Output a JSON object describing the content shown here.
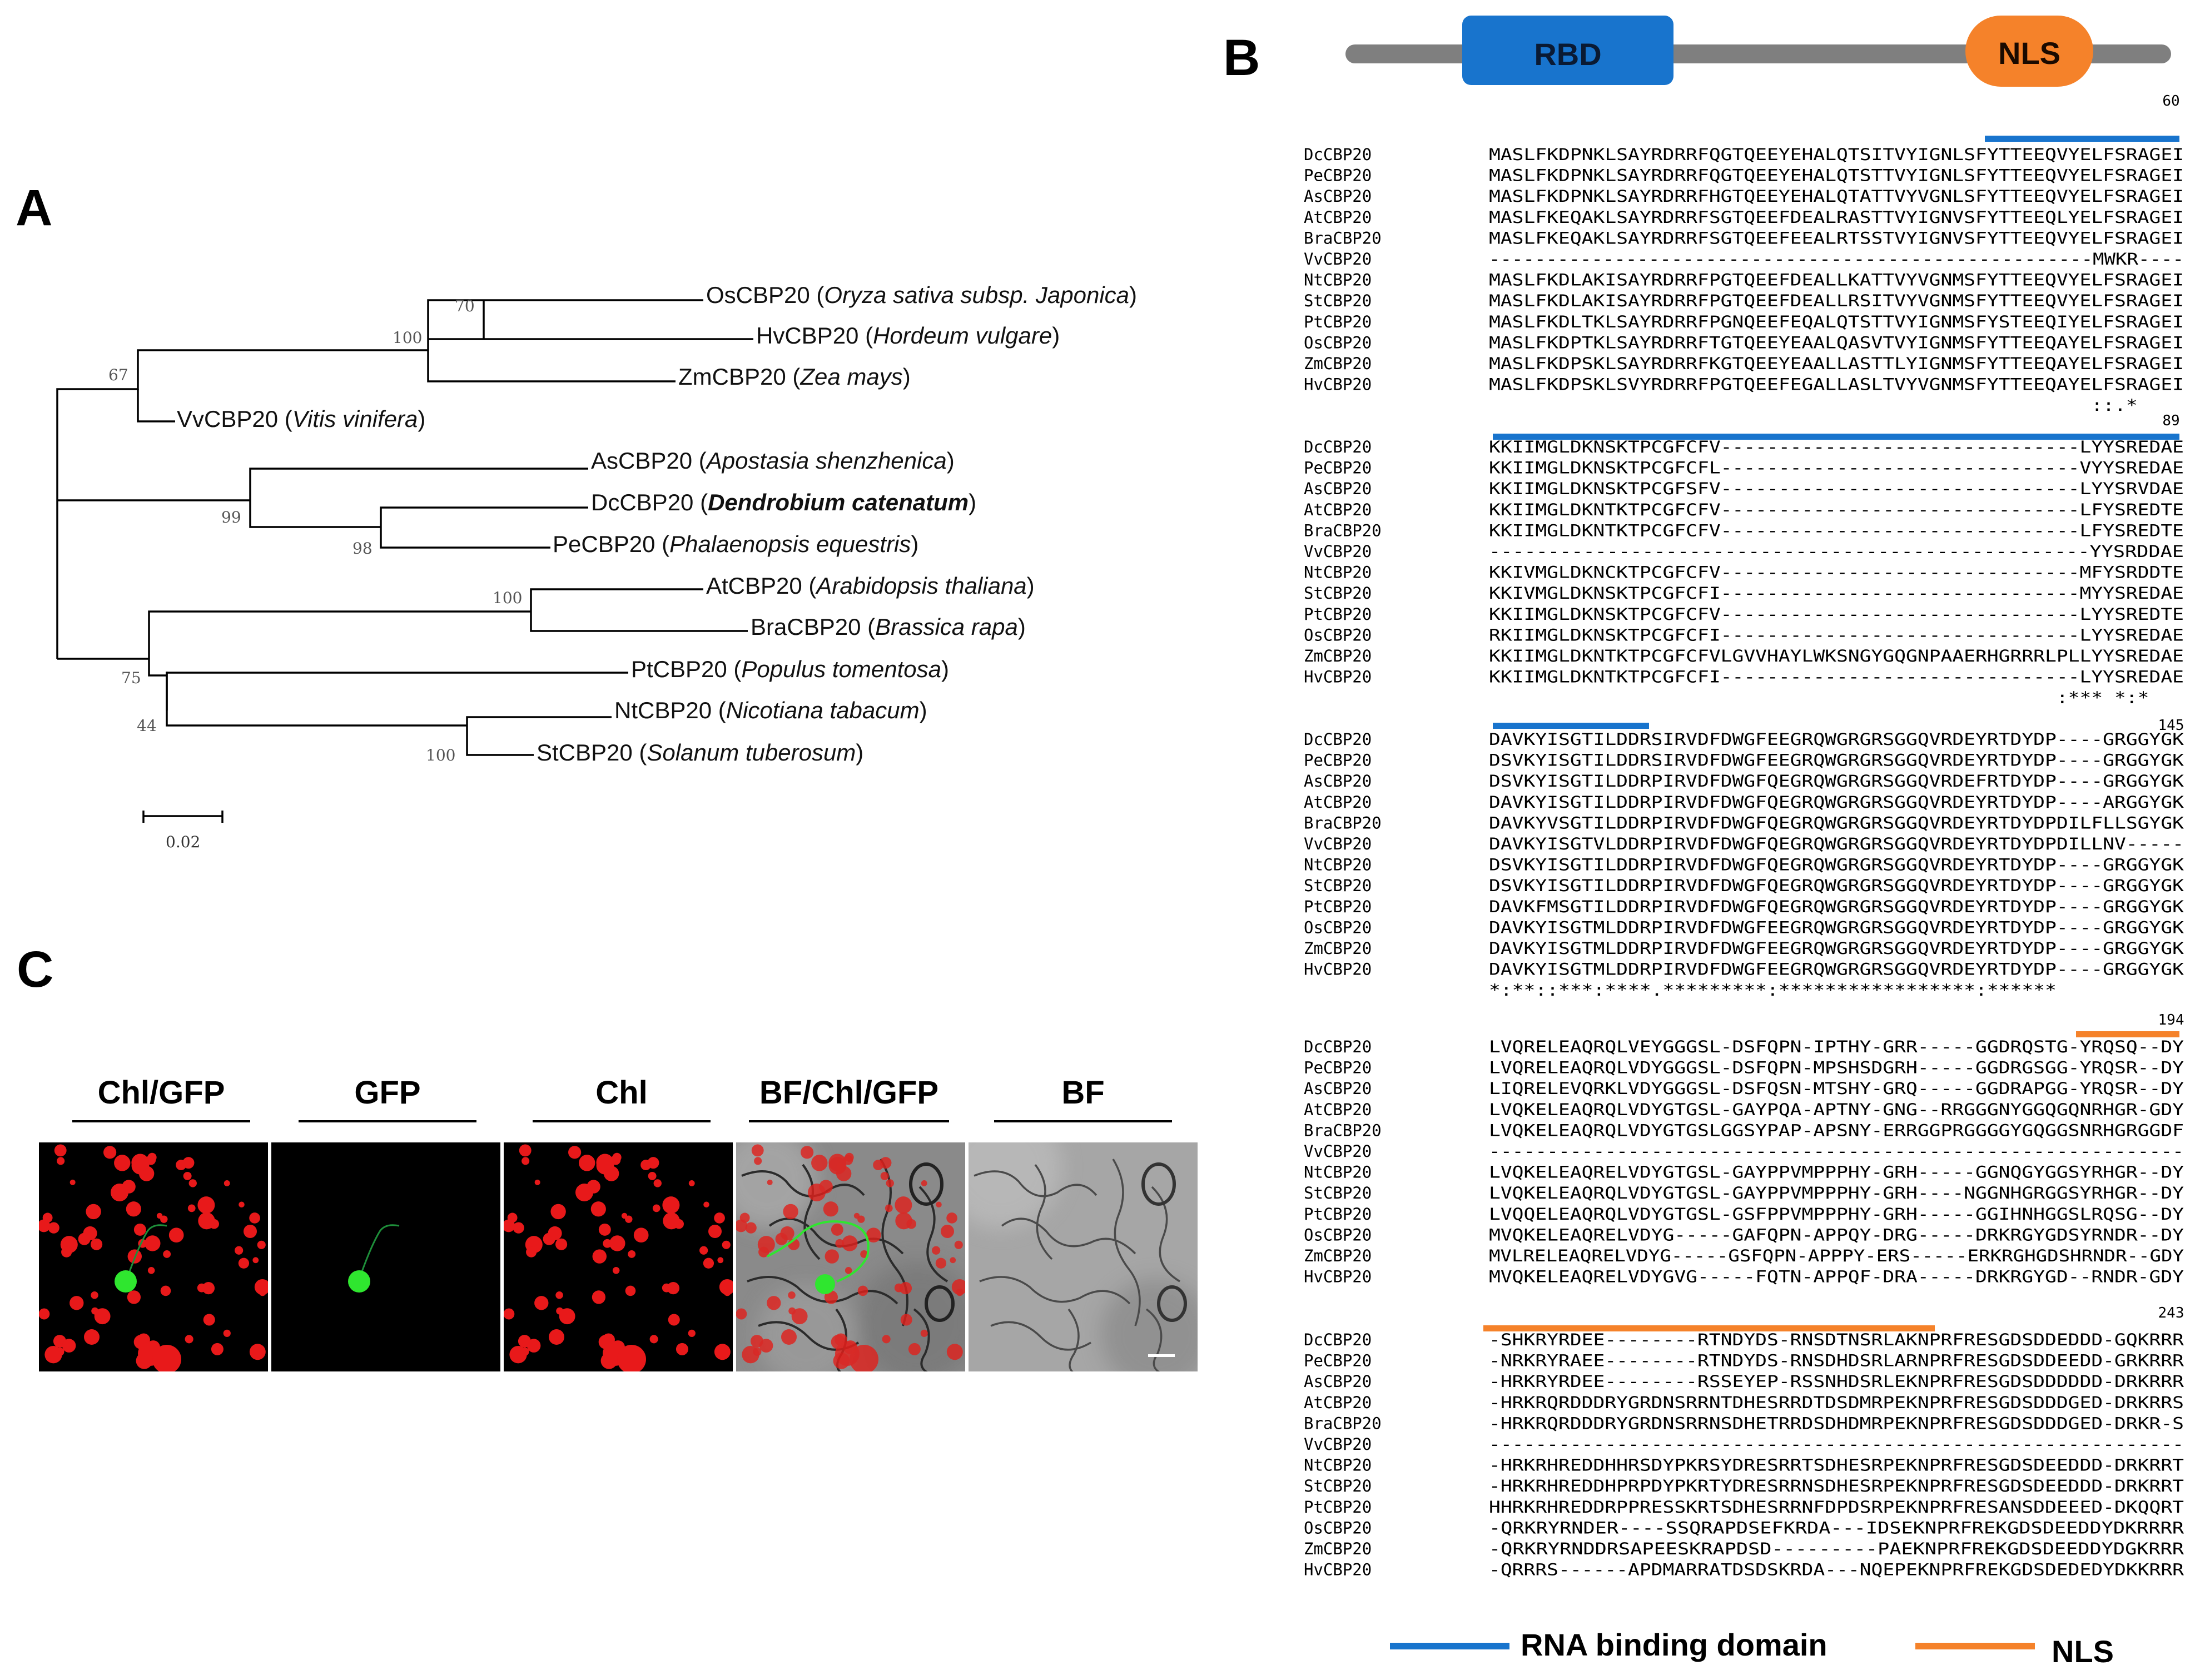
{
  "panels": {
    "A": "A",
    "B": "B",
    "C": "C"
  },
  "tree": {
    "scale_label": "0.02",
    "taxa": [
      {
        "id": "OsCBP20",
        "species": "Oryza sativa subsp. Japonica",
        "bold": false
      },
      {
        "id": "HvCBP20",
        "species": "Hordeum vulgare",
        "bold": false
      },
      {
        "id": "ZmCBP20",
        "species": "Zea mays",
        "bold": false
      },
      {
        "id": "VvCBP20",
        "species": "Vitis vinifera",
        "bold": false
      },
      {
        "id": "AsCBP20",
        "species": "Apostasia shenzhenica",
        "bold": false
      },
      {
        "id": "DcCBP20",
        "species": "Dendrobium catenatum",
        "bold": true
      },
      {
        "id": "PeCBP20",
        "species": "Phalaenopsis equestris",
        "bold": false
      },
      {
        "id": "AtCBP20",
        "species": "Arabidopsis thaliana",
        "bold": false
      },
      {
        "id": "BraCBP20",
        "species": "Brassica rapa",
        "bold": false
      },
      {
        "id": "PtCBP20",
        "species": "Populus tomentosa",
        "bold": false
      },
      {
        "id": "NtCBP20",
        "species": "Nicotiana tabacum",
        "bold": false
      },
      {
        "id": "StCBP20",
        "species": "Solanum tuberosum",
        "bold": false
      }
    ],
    "bootstrap": [
      "70",
      "100",
      "67",
      "99",
      "98",
      "100",
      "75",
      "44",
      "100"
    ]
  },
  "domain_diagram": {
    "rbd_label": "RBD",
    "nls_label": "NLS"
  },
  "alignment": {
    "names": [
      "DcCBP20",
      "PeCBP20",
      "AsCBP20",
      "AtCBP20",
      "BraCBP20",
      "VvCBP20",
      "NtCBP20",
      "StCBP20",
      "PtCBP20",
      "OsCBP20",
      "ZmCBP20",
      "HvCBP20"
    ],
    "blocks": [
      {
        "end_pos": "60",
        "seqs": [
          "MASLFKDPNKLSAYRDRRFQGTQEEYEHALQTSITVYIGNLSFYTTEEQVYELFSRAGEI",
          "MASLFKDPNKLSAYRDRRFQGTQEEYEHALQTSTTVYIGNLSFYTTEEQVYELFSRAGEI",
          "MASLFKDPNKLSAYRDRRFHGTQEEYEHALQTATTVYVGNLSFYTTEEQVYELFSRAGEI",
          "MASLFKEQAKLSAYRDRRFSGTQEEFDEALRASTTVYIGNVSFYTTEEQLYELFSRAGEI",
          "MASLFKEQAKLSAYRDRRFSGTQEEFEEALRTSSTVYIGNVSFYTTEEQVYELFSRAGEI",
          "-----------------------------------------------------MWKR----",
          "MASLFKDLAKISAYRDRRFPGTQEEFDEALLKATTVYVGNMSFYTTEEQVYELFSRAGEI",
          "MASLFKDLAKISAYRDRRFPGTQEEFDEALLRSITVYVGNMSFYTTEEQVYELFSRAGEI",
          "MASLFKDLTKLSAYRDRRFPGNQEEFEQALQTSTTVYIGNMSFYSTEEQIYELFSRAGEI",
          "MASLFKDPTKLSAYRDRRFTGTQEEYEAALQASVTVYIGNMSFYTTEEQAYELFSRAGEI",
          "MASLFKDPSKLSAYRDRRFKGTQEEYEAALLASTTLYIGNMSFYTTEEQAYELFSRAGEI",
          "MASLFKDPSKLSVYRDRRFPGTQEEFEGALLASLTVYVGNMSFYTTEEQAYELFSRAGEI"
        ],
        "consensus": "                                                    ::.*"
      },
      {
        "end_pos": "89",
        "seqs": [
          "KKIIMGLDKNSKTPCGFCFV-------------------------------LYYSREDAE",
          "KKIIMGLDKNSKTPCGFCFL-------------------------------VYYSREDAE",
          "KKIIMGLDKNSKTPCGFSFV-------------------------------LYYSRVDAE",
          "KKIIMGLDKNTKTPCGFCFV-------------------------------LFYSREDTE",
          "KKIIMGLDKNTKTPCGFCFV-------------------------------LFYSREDTE",
          "---------------------------------------------------YYSRDDAE",
          "KKIVMGLDKNCKTPCGFCFV-------------------------------MFYSRDDTE",
          "KKIVMGLDKNSKTPCGFCFI-------------------------------MYYSREDAE",
          "KKIIMGLDKNSKTPCGFCFV-------------------------------LYYSREDTE",
          "RKIIMGLDKNSKTPCGFCFI-------------------------------LYYSREDAE",
          "KKIIMGLDKNTKTPCGFCFVLGVVHAYLWKSNGYGQGNPAAERHGRRRLPLLYYSREDAE",
          "KKIIMGLDKNTKTPCGFCFI-------------------------------LYYSREDAE"
        ],
        "consensus": "                                                 :*** *:*"
      },
      {
        "end_pos": "145",
        "seqs": [
          "DAVKYISGTILDDRSIRVDFDWGFEEGRQWGRGRSGGQVRDEYRTDYDP----GRGGYGK",
          "DSVKYISGTILDDRSIRVDFDWGFEEGRQWGRGRSGGQVRDEYRTDYDP----GRGGYGK",
          "DSVKYISGTILDDRPIRVDFDWGFQEGRQWGRGRSGGQVRDEFRTDYDP----GRGGYGK",
          "DAVKYISGTILDDRPIRVDFDWGFQEGRQWGRGRSGGQVRDEYRTDYDP----ARGGYGK",
          "DAVKYVSGTILDDRPIRVDFDWGFQEGRQWGRGRSGGQVRDEYRTDYDPDILFLLSGYGK",
          "DAVKYISGTVLDDRPIRVDFDWGFQEGRQWGRGRSGGQVRDEYRTDYDPDILLNV-----",
          "DSVKYISGTILDDRPIRVDFDWGFQEGRQWGRGRSGGQVRDEYRTDYDP----GRGGYGK",
          "DSVKYISGTILDDRPIRVDFDWGFQEGRQWGRGRSGGQVRDEYRTDYDP----GRGGYGK",
          "DAVKFMSGTILDDRPIRVDFDWGFQEGRQWGRGRSGGQVRDEYRTDYDP----GRGGYGK",
          "DAVKYISGTMLDDRPIRVDFDWGFEEGRQWGRGRSGGQVRDEYRTDYDP----GRGGYGK",
          "DAVKYISGTMLDDRPIRVDFDWGFEEGRQWGRGRSGGQVRDEYRTDYDP----GRGGYGK",
          "DAVKYISGTMLDDRPIRVDFDWGFEEGRQWGRGRSGGQVRDEYRTDYDP----GRGGYGK"
        ],
        "consensus": "*:**::***:****.*********:*****************:******"
      },
      {
        "end_pos": "194",
        "seqs": [
          "LVQRELEAQRQLVEYGGGSL-DSFQPN-IPTHY-GRR-----GGDRQSTG-YRQSQ--DY",
          "LVQRELEAQRQLVDYGGGSL-DSFQPN-MPSHSDGRH-----GGDRGSGG-YRQSR--DY",
          "LIQRELEVQRKLVDYGGGSL-DSFQSN-MTSHY-GRQ-----GGDRAPGG-YRQSR--DY",
          "LVQKELEAQRQLVDYGTGSL-GAYPQA-APTNY-GNG--RRGGGNYGGQGQNRHGR-GDY",
          "LVQKELEAQRQLVDYGTGSLGGSYPAP-APSNY-ERRGGPRGGGGYGQGGSNRHGRGGDF",
          "------------------------------------------------------------",
          "LVQKELEAQRELVDYGTGSL-GAYPPVMPPPHY-GRH-----GGNQGYGGSYRHGR--DY",
          "LVQKELEAQRQLVDYGTGSL-GAYPPVMPPPHY-GRH----NGGNHGRGGSYRHGR--DY",
          "LVQQELEAQRQLVDYGTGSL-GSFPPVMPPPHY-GRH-----GGIHNHGGSLRQSG--DY",
          "MVQKELEAQRELVDYG-----GAFQPN-APPQY-DRG-----DRKRGYGDSYRNDR--DY",
          "MVLRELEAQRELVDYG-----GSFQPN-APPPY-ERS-----ERKRGHGDSHRNDR--GDY",
          "MVQKELEAQRELVDYGVG-----FQTN-APPQF-DRA-----DRKRGYGD--RNDR-GDY"
        ],
        "consensus": ""
      },
      {
        "end_pos": "243",
        "seqs": [
          "-SHKRYRDEE--------RTNDYDS-RNSDTNSRLAKNPRFRESGDSDDEDDD-GQKRRR",
          "-NRKRYRAEE--------RTNDYDS-RNSDHDSRLARNPRFRESGDSDDEEDD-GRKRRR",
          "-HRKRYRDEE--------RSSEYEP-RSSNHDSRLEKNPRFRESGDSDDDDDD-DRKRRR",
          "-HRKRQRDDDRYGRDNSRRNTDHESRRDTDSDMRPEKNPRFRESGDSDDDGED-DRKRRS",
          "-HRKRQRDDDRYGRDNSRRNSDHETRRDSDHDMRPEKNPRFRESGDSDDDGED-DRKR-S",
          "------------------------------------------------------------",
          "-HRKRHREDDHHRSDYPKRSYDRESRRTSDHESRPEKNPRFRESGDSDEEDDD-DRKRRT",
          "-HRKRHREDDHPRPDYPKRTYDRESRRNSDHESRPEKNPRFRESGDSDEEDDD-DRKRRT",
          "HHRKRHREDDRPPRESSKRTSDHESRRNFDPDSRPEKNPRFRESANSDDEEED-DKQQRT",
          "-QRKRYRNDER----SSQRAPDSEFKRDA---IDSEKNPRFREKGDSDEEDDYDKRRRR",
          "-QRKRYRNDDRSAPEESKRAPDSD---------PAEKNPRFREKGDSDEEDDYDGKRRR",
          "-QRRRS------APDMARRATDSDSKRDA---NQEPEKNPRFREKGDSDEDEDYDKKRRR"
        ],
        "consensus": ""
      }
    ]
  },
  "legend": {
    "rbd": "RNA binding domain",
    "nls": "NLS"
  },
  "microscopy": {
    "headers": [
      "Chl/GFP",
      "GFP",
      "Chl",
      "BF/Chl/GFP",
      "BF"
    ]
  },
  "colors": {
    "rbd": "#1874CD",
    "nls": "#F5822A",
    "backbone": "#7F7F7F",
    "chl": "#E8191A",
    "gfp": "#2FE62F"
  }
}
